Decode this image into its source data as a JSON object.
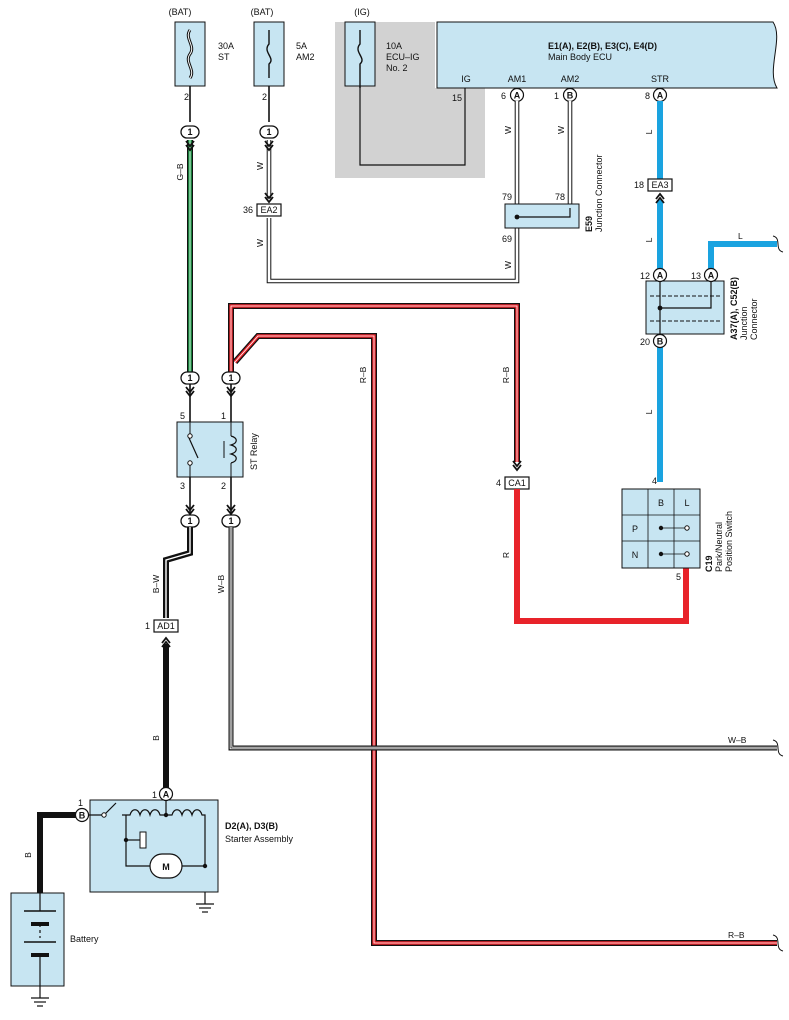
{
  "fuses": [
    {
      "source": "(BAT)",
      "rating": "30A",
      "name": "ST",
      "pin": "2"
    },
    {
      "source": "(BAT)",
      "rating": "5A",
      "name": "AM2",
      "pin": "2"
    },
    {
      "source": "(IG)",
      "rating": "10A",
      "name": "ECU–IG",
      "name2": "No. 2"
    }
  ],
  "ecu": {
    "codes": "E1(A), E2(B), E3(C), E4(D)",
    "name": "Main Body ECU",
    "terminals": [
      {
        "label": "IG",
        "pin": "15",
        "conn": ""
      },
      {
        "label": "AM1",
        "pin": "6",
        "conn": "A"
      },
      {
        "label": "AM2",
        "pin": "1",
        "conn": "B"
      },
      {
        "label": "STR",
        "pin": "8",
        "conn": "A"
      }
    ]
  },
  "connectors": {
    "ea2": {
      "name": "EA2",
      "pin": "36"
    },
    "ea3": {
      "name": "EA3",
      "pin": "18"
    },
    "ca1": {
      "name": "CA1",
      "pin": "4"
    },
    "ad1": {
      "name": "AD1",
      "pin": "1"
    },
    "inline_pin": "1"
  },
  "junction_e59": {
    "code": "E59",
    "name": "Junction Connector",
    "pins": [
      "79",
      "78",
      "69"
    ]
  },
  "junction_a37": {
    "code": "A37(A), C52(B)",
    "name1": "Junction",
    "name2": "Connector",
    "pin_a1": "12",
    "pin_a2": "13",
    "pin_b": "20",
    "conn_a": "A",
    "conn_b": "B"
  },
  "st_relay": {
    "name": "ST Relay",
    "pins": [
      "5",
      "1",
      "3",
      "2"
    ]
  },
  "pn_switch": {
    "code": "C19",
    "name1": "Park/Neutral",
    "name2": "Position Switch",
    "pin_top": "4",
    "pin_bottom": "5",
    "cols": [
      "B",
      "L"
    ],
    "rows": [
      "P",
      "N"
    ]
  },
  "starter": {
    "codes": "D2(A), D3(B)",
    "name": "Starter Assembly",
    "pin_a": "1",
    "pin_b": "1",
    "conn_a": "A",
    "conn_b": "B",
    "motor": "M"
  },
  "battery": {
    "name": "Battery"
  },
  "wire_labels": {
    "gb": "G–B",
    "w": "W",
    "l": "L",
    "rb": "R–B",
    "r": "R",
    "bw": "B–W",
    "wb": "W–B",
    "b": "B"
  },
  "colors": {
    "blue": "#1aa3e0",
    "red": "#e8232a",
    "green": "#1fa14a",
    "box_fill": "#c7e5f2",
    "ig_shade": "#d2d2d2"
  }
}
